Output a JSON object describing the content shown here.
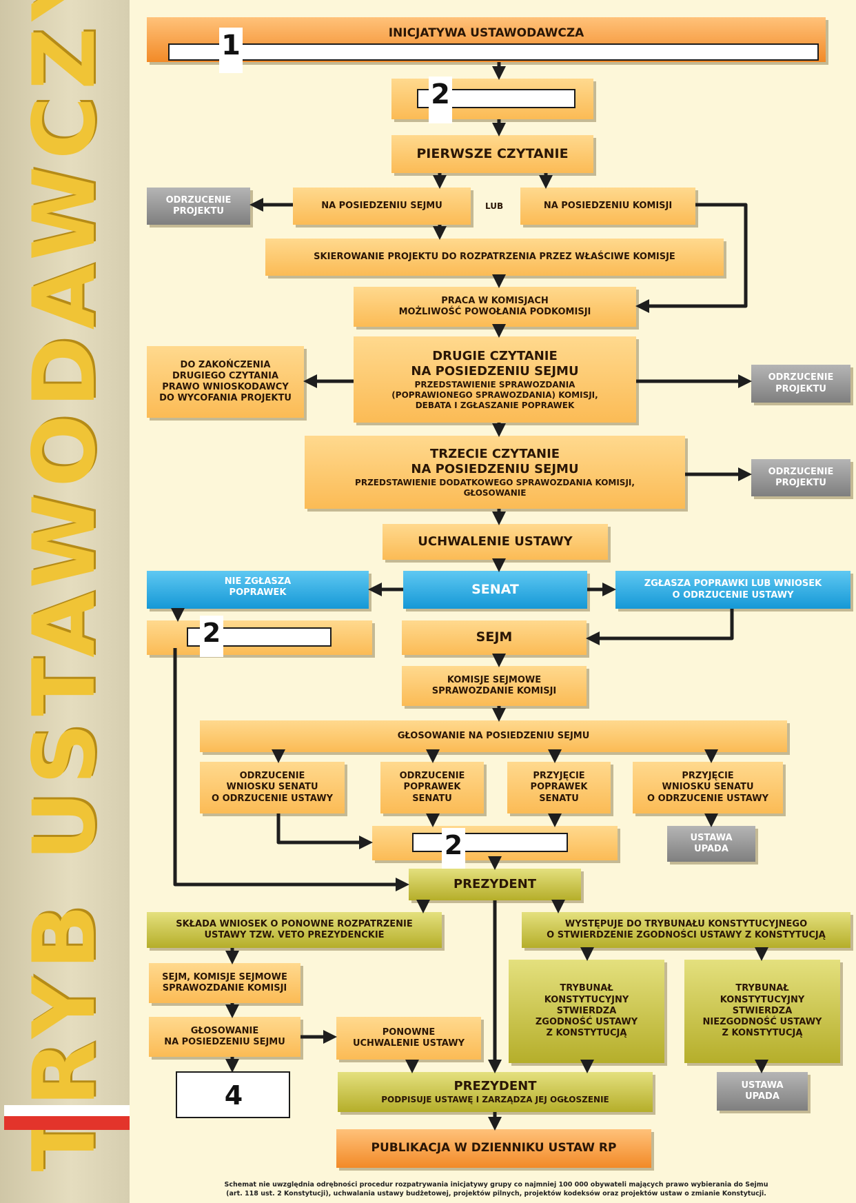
{
  "vertical_title": "TRYB USTAWODAWCZY",
  "boxes": {
    "inicjatywa": "INICJATYWA USTAWODAWCZA",
    "pierwsze_czytanie": "PIERWSZE CZYTANIE",
    "odrzucenie_1": [
      "ODRZUCENIE",
      "PROJEKTU"
    ],
    "na_posiedzeniu_sejmu": "NA POSIEDZENIU SEJMU",
    "lub": "LUB",
    "na_posiedzeniu_komisji": "NA POSIEDZENIU KOMISJI",
    "skierowanie": "SKIEROWANIE PROJEKTU DO ROZPATRZENIA PRZEZ WŁAŚCIWE KOMISJE",
    "praca_w_komisjach": [
      "PRACA W KOMISJACH",
      "MOŻLIWOŚĆ POWOŁANIA PODKOMISJI"
    ],
    "wycofanie": [
      "DO ZAKOŃCZENIA",
      "DRUGIEGO CZYTANIA",
      "PRAWO WNIOSKODAWCY",
      "DO WYCOFANIA PROJEKTU"
    ],
    "drugie_czytanie_title": [
      "DRUGIE CZYTANIE",
      "NA POSIEDZENIU SEJMU"
    ],
    "drugie_czytanie_desc": [
      "PRZEDSTAWIENIE SPRAWOZDANIA",
      "(POPRAWIONEGO SPRAWOZDANIA) KOMISJI,",
      "DEBATA I ZGŁASZANIE POPRAWEK"
    ],
    "odrzucenie_2": [
      "ODRZUCENIE",
      "PROJEKTU"
    ],
    "trzecie_czytanie_title": [
      "TRZECIE CZYTANIE",
      "NA POSIEDZENIU SEJMU"
    ],
    "trzecie_czytanie_desc": [
      "PRZEDSTAWIENIE DODATKOWEGO SPRAWOZDANIA KOMISJI,",
      "GŁOSOWANIE"
    ],
    "odrzucenie_3": [
      "ODRZUCENIE",
      "PROJEKTU"
    ],
    "uchwalenie": "UCHWALENIE USTAWY",
    "nie_zglasza": [
      "NIE ZGŁASZA",
      "POPRAWEK"
    ],
    "senat": "SENAT",
    "zglasza": [
      "ZGŁASZA POPRAWKI LUB WNIOSEK",
      "O ODRZUCENIE USTAWY"
    ],
    "sejm": "SEJM",
    "komisje_sejmowe": [
      "KOMISJE SEJMOWE",
      "SPRAWOZDANIE KOMISJI"
    ],
    "glosowanie": "GŁOSOWANIE NA POSIEDZENIU SEJMU",
    "opt_1": [
      "ODRZUCENIE",
      "WNIOSKU SENATU",
      "O ODRZUCENIE USTAWY"
    ],
    "opt_2": [
      "ODRZUCENIE",
      "POPRAWEK",
      "SENATU"
    ],
    "opt_3": [
      "PRZYJĘCIE",
      "POPRAWEK",
      "SENATU"
    ],
    "opt_4": [
      "PRZYJĘCIE",
      "WNIOSKU SENATU",
      "O ODRZUCENIE USTAWY"
    ],
    "ustawa_upada_1": [
      "USTAWA",
      "UPADA"
    ],
    "prezydent": "PREZYDENT",
    "veto": [
      "SKŁADA WNIOSEK O PONOWNE ROZPATRZENIE",
      "USTAWY TZW. VETO PREZYDENCKIE"
    ],
    "trybunal": [
      "WYSTĘPUJE DO TRYBUNAŁU KONSTYTUCYJNEGO",
      "O STWIERDZENIE ZGODNOŚCI USTAWY Z KONSTYTUCJĄ"
    ],
    "sejm_komisje": [
      "SEJM, KOMISJE SEJMOWE",
      "SPRAWOZDANIE KOMISJI"
    ],
    "tk_zgodnosc": [
      "TRYBUNAŁ",
      "KONSTYTUCYJNY",
      "STWIERDZA",
      "ZGODNOŚĆ USTAWY",
      "Z KONSTYTUCJĄ"
    ],
    "tk_niezgodnosc": [
      "TRYBUNAŁ",
      "KONSTYTUCYJNY",
      "STWIERDZA",
      "NIEZGODNOŚĆ USTAWY",
      "Z KONSTYTUCJĄ"
    ],
    "glosowanie_2": [
      "GŁOSOWANIE",
      "NA POSIEDZENIU SEJMU"
    ],
    "ponowne": [
      "PONOWNE",
      "UCHWALENIE USTAWY"
    ],
    "ustawa_upada_2": [
      "USTAWA",
      "UPADA"
    ],
    "prezydent_podpisuje_title": "PREZYDENT",
    "prezydent_podpisuje_desc": "PODPISUJE USTAWĘ I ZARZĄDZA JEJ OGŁOSZENIE",
    "publikacja": "PUBLIKACJA W DZIENNIKU USTAW RP"
  },
  "blank_labels": {
    "n1": "1",
    "n2a": "2",
    "n2b": "2",
    "n2c": "2",
    "n4": "4"
  },
  "footnote": [
    "Schemat nie uwzględnia odrębności procedur rozpatrywania inicjatywy grupy co najmniej 100 000 obywateli mających prawo wybierania do Sejmu",
    "(art. 118 ust. 2 Konstytucji), uchwalania ustawy budżetowej, projektów pilnych, projektów kodeksów oraz projektów ustaw o zmianie Konstytucji."
  ],
  "colors": {
    "orange": "#fbbb55",
    "header_orange": "#f28a27",
    "gray": "#8c8c8c",
    "blue": "#1598d6",
    "olive": "#b5ae2a",
    "flag_red": "#e3342b"
  }
}
